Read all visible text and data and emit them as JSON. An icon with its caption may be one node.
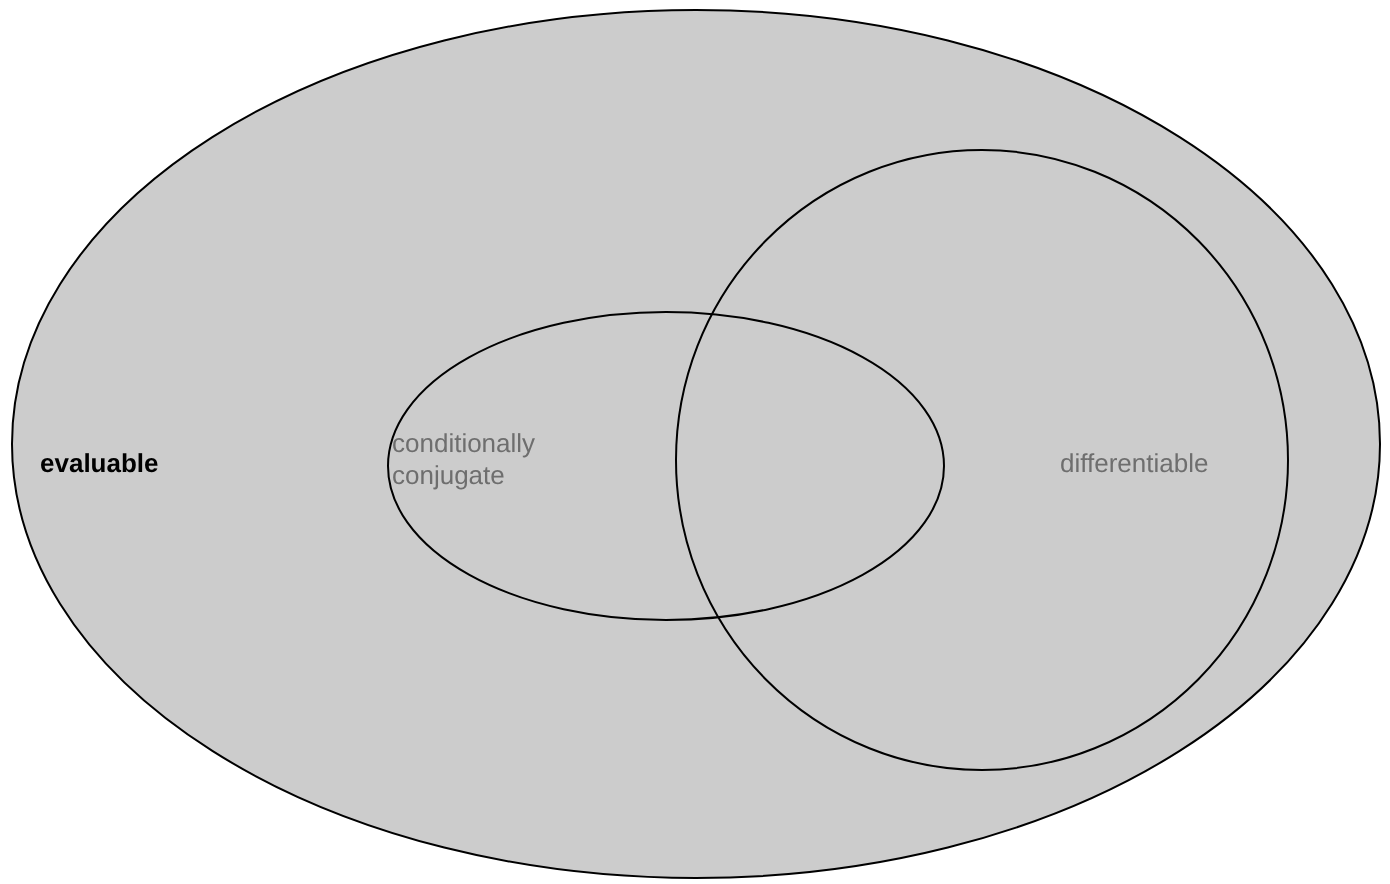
{
  "diagram": {
    "nodes": [
      {
        "text": [
          "evaluable"
        ]
      },
      {
        "text": [
          "conditionally conjugate"
        ],
        "in": 0
      },
      {
        "text": [
          "differentiable"
        ],
        "in": 0
      }
    ]
  }
}
